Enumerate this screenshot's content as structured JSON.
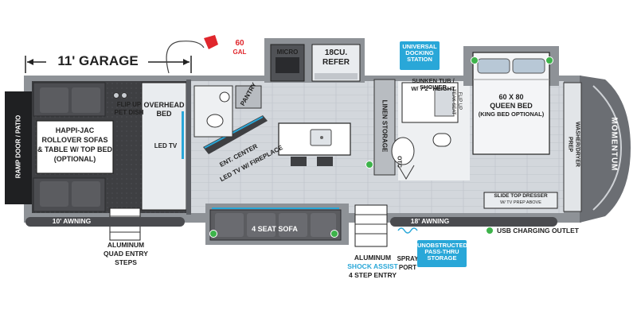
{
  "garage": {
    "length": "11' GARAGE"
  },
  "fuel": {
    "amount": "60",
    "unit": "GAL"
  },
  "rooms": {
    "micro": "MICRO",
    "refer": [
      "18CU.",
      "REFER"
    ],
    "flip_up_pet_dish": [
      "FLIP UP",
      "PET DISH"
    ],
    "overhead_bed": [
      "OVERHEAD",
      "BED"
    ],
    "pantry": "PANTRY",
    "led_tv": "LED TV",
    "ent_center": [
      "ENT. CENTER",
      "LED TV W/ FIREPLACE"
    ],
    "sofas": [
      "HAPPI-JAC",
      "ROLLOVER SOFAS",
      "& TABLE W/ TOP BED",
      "(OPTIONAL)"
    ],
    "ramp_door": "RAMP DOOR / PATIO",
    "linen_storage": "LINEN STORAGE",
    "sunken_tub": [
      "SUNKEN TUB / SHOWER",
      "W/ 7'2\" HEIGHT"
    ],
    "flip_up_teak_seat": [
      "FLIP UP",
      "TEAK SEAT"
    ],
    "otc": "OTC",
    "queen_bed": [
      "60 X 80",
      "QUEEN BED",
      "(KING BED OPTIONAL)"
    ],
    "washer_dryer": [
      "WASHER/DRYER",
      "PREP"
    ],
    "slide_dresser": [
      "SLIDE TOP DRESSER",
      "W/ TV PREP ABOVE"
    ],
    "four_seat_sofa": "4 SEAT SOFA"
  },
  "awnings": {
    "left": "10' AWNING",
    "right": "18' AWNING"
  },
  "steps": {
    "quad": [
      "ALUMINUM",
      "QUAD ENTRY",
      "STEPS"
    ],
    "shock": [
      "ALUMINUM",
      "SHOCK ASSIST",
      "4 STEP ENTRY"
    ]
  },
  "spray_port": [
    "SPRAY",
    "PORT"
  ],
  "callouts": {
    "docking": [
      "UNIVERSAL",
      "DOCKING",
      "STATION"
    ],
    "passthru": [
      "UNOBSTRUCTED",
      "PASS-THRU",
      "STORAGE"
    ]
  },
  "legend": {
    "usb": "USB CHARGING OUTLET"
  },
  "brand": "MOMENTUM",
  "colors": {
    "floor": "#c9cfd6",
    "floor_dark": "#3f4043",
    "wall": "#8e9297",
    "accent": "#29a7d8",
    "usb_dot": "#3db34a",
    "fuel": "#e0262c"
  }
}
